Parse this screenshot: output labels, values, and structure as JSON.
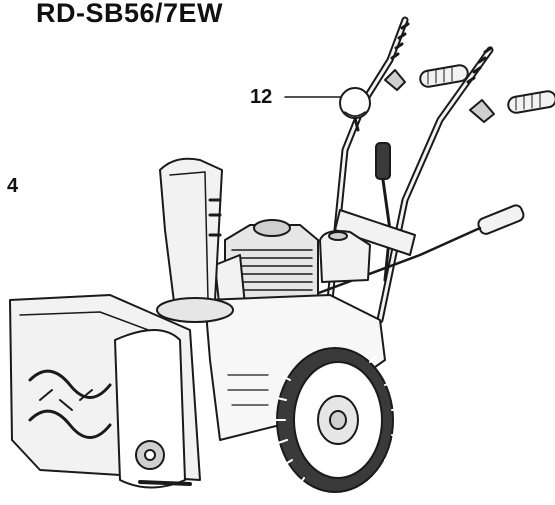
{
  "model": {
    "title": "RD-SB56/7EW"
  },
  "callouts": [
    {
      "number": "12",
      "part": "round knob on handle"
    },
    {
      "number": "4",
      "part": ""
    }
  ],
  "colors": {
    "line": "#1a1a1a",
    "fill_light": "#f2f2f2",
    "fill_mid": "#cfcfcf",
    "fill_dark": "#3a3a3a"
  }
}
